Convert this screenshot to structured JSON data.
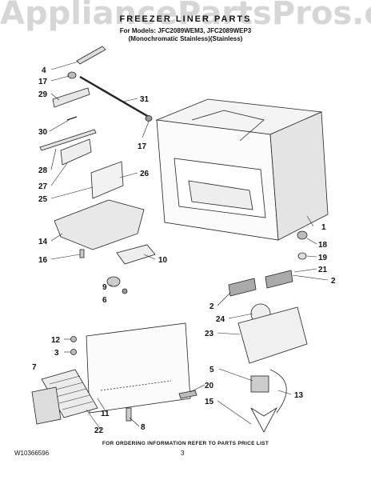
{
  "watermark": "AppliancePartsPros.com",
  "header": {
    "title": "FREEZER LINER PARTS",
    "models": "For Models: JFC2089WEM3, JFC2089WEP3",
    "variants": "(Monochromatic Stainless)(Stainless)"
  },
  "callouts": {
    "c4": "4",
    "c17a": "17",
    "c29": "29",
    "c31": "31",
    "c30": "30",
    "c17b": "17",
    "c28": "28",
    "c27": "27",
    "c26": "26",
    "c25": "25",
    "c1": "1",
    "c14": "14",
    "c18": "18",
    "c16": "16",
    "c10": "10",
    "c19": "19",
    "c21": "21",
    "c9": "9",
    "c2a": "2",
    "c6": "6",
    "c2b": "2",
    "c24": "24",
    "c23": "23",
    "c12": "12",
    "c3": "3",
    "c7": "7",
    "c5": "5",
    "c13": "13",
    "c20": "20",
    "c11": "11",
    "c15": "15",
    "c22": "22",
    "c8": "8"
  },
  "footer": {
    "note": "FOR ORDERING INFORMATION REFER TO PARTS PRICE LIST",
    "doc_id": "W10366596",
    "page": "3"
  }
}
